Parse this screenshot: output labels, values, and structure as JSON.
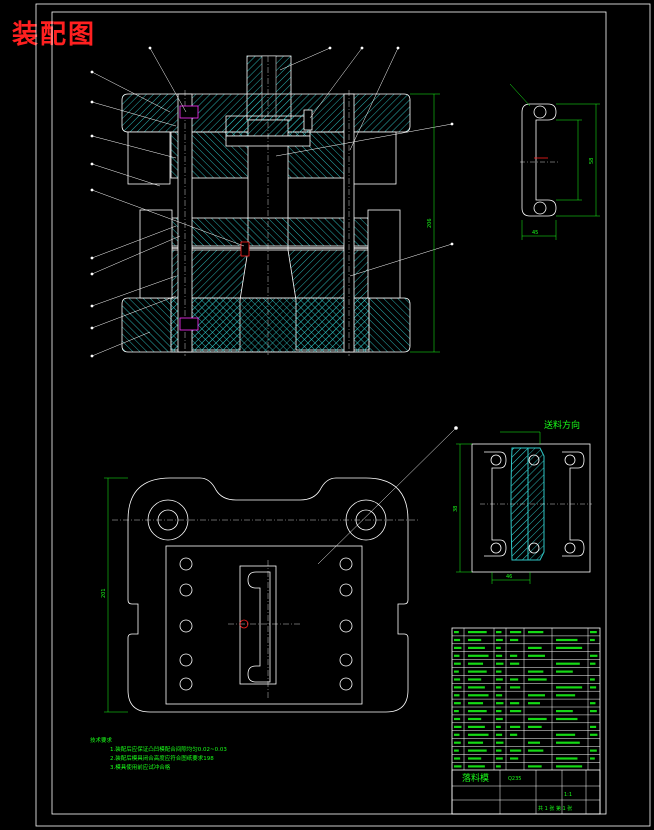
{
  "title": "装配图",
  "section_label": "送料方向",
  "dimensions": {
    "height_total": "206",
    "side_width": "45",
    "side_height": "58",
    "plan_height": "38",
    "plan_width": "46",
    "base_height": "201"
  },
  "tech_requirements": {
    "heading": "技术要求",
    "lines": [
      "1.装配后应保证凸凹模配合间隙均匀0.02~0.03",
      "2.装配后模具闭合高度应符合图纸要求198",
      "3.模具使用前应试冲合格"
    ]
  },
  "title_block": {
    "name": "落料模",
    "scale": "1:1",
    "sheet": "共 1 张  第 1 张",
    "material": "Q235"
  },
  "colors": {
    "background": "#000000",
    "outline": "#ffffff",
    "hatch": "#2ec4c4",
    "annotation": "#19ff19",
    "title": "#ff2020",
    "highlight": "#ff30ff"
  }
}
